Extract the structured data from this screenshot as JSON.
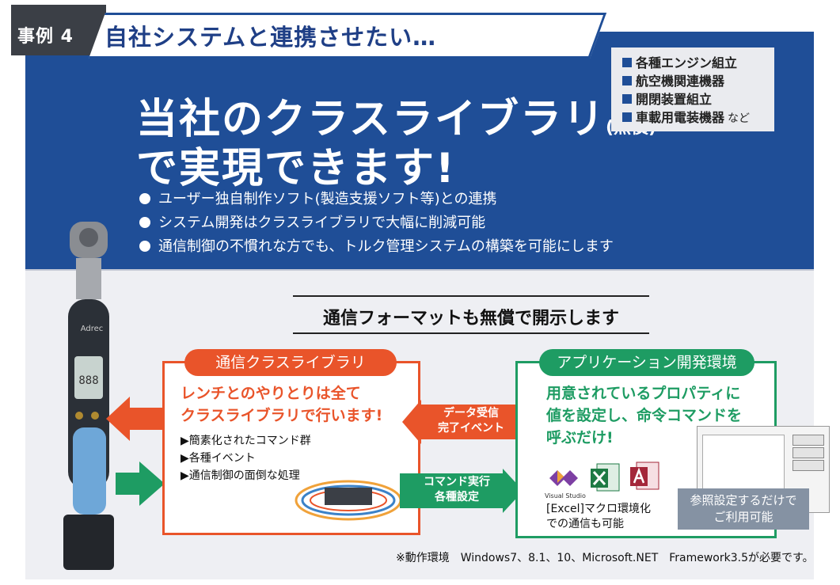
{
  "banner": {
    "case_label": "事例 4",
    "title": "自社システムと連携させたい…"
  },
  "headline": {
    "line1": "当社のクラスライブラリ",
    "line1_note": "(無償)",
    "line2": "で実現できます!"
  },
  "bullets": [
    "ユーザー独自制作ソフト(製造支援ソフト等)との連携",
    "システム開発はクラスライブラリで大幅に削減可能",
    "通信制御の不慣れな方でも、トルク管理システムの構築を可能にします"
  ],
  "industries": {
    "items": [
      "各種エンジン組立",
      "航空機関連機器",
      "開閉装置組立",
      "車載用電装機器"
    ],
    "suffix": "など"
  },
  "format_heading": "通信フォーマットも無償で開示します",
  "library": {
    "title": "通信クラスライブラリ",
    "lead": [
      "レンチとのやりとりは全て",
      "クラスライブラリで行います!"
    ],
    "items": [
      "▶簡素化されたコマンド群",
      "▶各種イベント",
      "▶通信制御の面倒な処理"
    ]
  },
  "app": {
    "title": "アプリケーション開発環境",
    "lead": [
      "用意されているプロパティに",
      "値を設定し、命令コマンドを",
      "呼ぶだけ!"
    ],
    "excel_note": [
      "[Excel]マクロ環境化",
      "での通信も可能"
    ],
    "vs_label": "Visual Studio"
  },
  "arrows": {
    "receive": [
      "データ受信",
      "完了イベント"
    ],
    "command": [
      "コマンド実行",
      "各種設定"
    ]
  },
  "wrench_brand": "Adrec",
  "ref_callout": [
    "参照設定するだけで",
    "ご利用可能"
  ],
  "footnote": "※動作環境　Windows7、8.1、10、Microsoft.NET　Framework3.5が必要です。",
  "colors": {
    "blue": "#1f4e97",
    "orange": "#e9542a",
    "green": "#1e9c63",
    "gray": "#eeeff3"
  }
}
